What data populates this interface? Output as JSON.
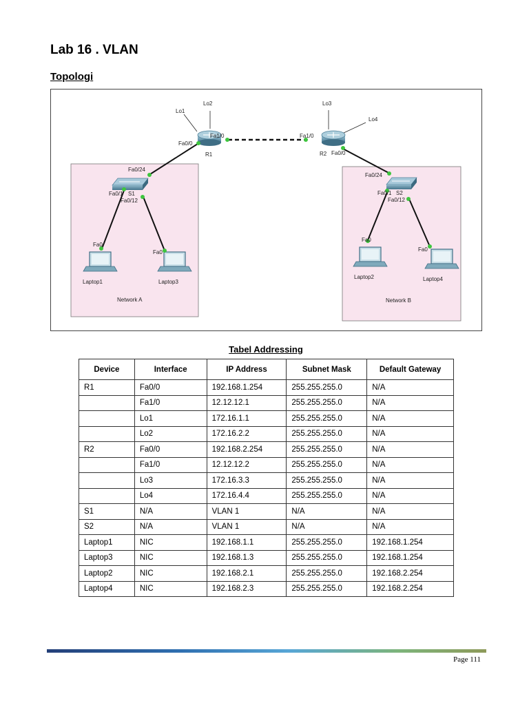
{
  "title": "Lab 16 . VLAN",
  "subtitle": "Topologi",
  "topology": {
    "network_a": "Network A",
    "network_b": "Network B",
    "labels": {
      "lo1": "Lo1",
      "lo2": "Lo2",
      "lo3": "Lo3",
      "lo4": "Lo4",
      "r1": "R1",
      "r2": "R2",
      "r1_fa00": "Fa0/0",
      "r1_fa10": "Fa1/0",
      "r2_fa10": "Fa1/0",
      "r2_fa00": "Fa0/0",
      "s1_fa024": "Fa0/24",
      "s1_fa01": "Fa0/1",
      "s1_name": "S1",
      "s1_fa012": "Fa0/12",
      "s2_fa024": "Fa0/24",
      "s2_fa01": "Fa0/1",
      "s2_name": "S2",
      "s2_fa012": "Fa0/12",
      "l1_fa0": "Fa0",
      "l3_fa0": "Fa0",
      "l2_fa0": "Fa0",
      "l4_fa0": "Fa0",
      "laptop1": "Laptop1",
      "laptop3": "Laptop3",
      "laptop2": "Laptop2",
      "laptop4": "Laptop4"
    }
  },
  "table": {
    "title": "Tabel Addressing",
    "headers": [
      "Device",
      "Interface",
      "IP Address",
      "Subnet Mask",
      "Default Gateway"
    ],
    "rows": [
      [
        "R1",
        "Fa0/0",
        "192.168.1.254",
        "255.255.255.0",
        "N/A"
      ],
      [
        "",
        "Fa1/0",
        "12.12.12.1",
        "255.255.255.0",
        "N/A"
      ],
      [
        "",
        "Lo1",
        "172.16.1.1",
        "255.255.255.0",
        "N/A"
      ],
      [
        "",
        "Lo2",
        "172.16.2.2",
        "255.255.255.0",
        "N/A"
      ],
      [
        "R2",
        "Fa0/0",
        "192.168.2.254",
        "255.255.255.0",
        "N/A"
      ],
      [
        "",
        "Fa1/0",
        "12.12.12.2",
        "255.255.255.0",
        "N/A"
      ],
      [
        "",
        "Lo3",
        "172.16.3.3",
        "255.255.255.0",
        "N/A"
      ],
      [
        "",
        "Lo4",
        "172.16.4.4",
        "255.255.255.0",
        "N/A"
      ],
      [
        "S1",
        "N/A",
        "VLAN 1",
        "N/A",
        "N/A"
      ],
      [
        "S2",
        "N/A",
        "VLAN 1",
        "N/A",
        "N/A"
      ],
      [
        "Laptop1",
        "NIC",
        "192.168.1.1",
        "255.255.255.0",
        "192.168.1.254"
      ],
      [
        "Laptop3",
        "NIC",
        "192.168.1.3",
        "255.255.255.0",
        "192.168.1.254"
      ],
      [
        "Laptop2",
        "NIC",
        "192.168.2.1",
        "255.255.255.0",
        "192.168.2.254"
      ],
      [
        "Laptop4",
        "NIC",
        "192.168.2.3",
        "255.255.255.0",
        "192.168.2.254"
      ]
    ]
  },
  "footer": {
    "page": "Page 111"
  },
  "colors": {
    "network_area": "#f9e4ee",
    "link_dot": "#3ec53e",
    "device": "#6aa1b8"
  }
}
